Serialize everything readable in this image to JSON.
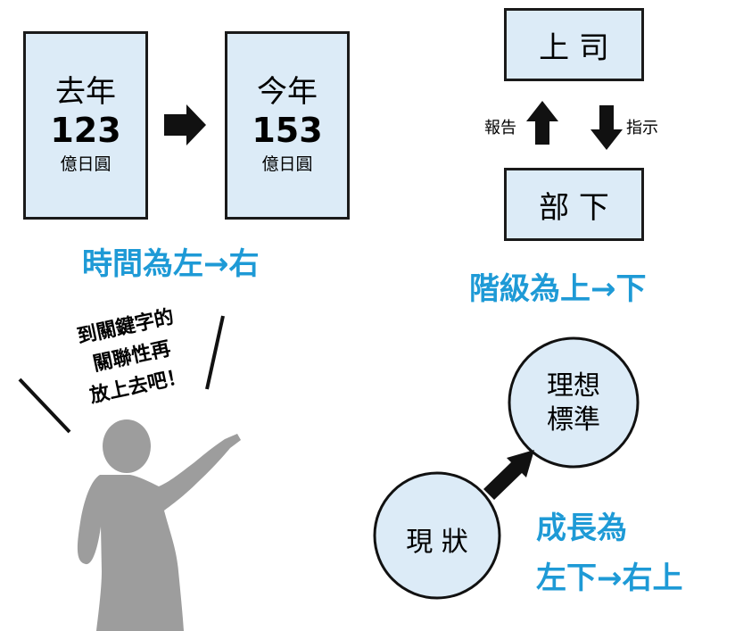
{
  "time_panel": {
    "last_year": {
      "label": "去年",
      "value": "123",
      "unit": "億日圓"
    },
    "this_year": {
      "label": "今年",
      "value": "153",
      "unit": "億日圓"
    },
    "caption": "時間為左→右"
  },
  "hierarchy_panel": {
    "boss": "上 司",
    "subordinate": "部 下",
    "report": "報告",
    "instruct": "指示",
    "caption": "階級為上→下"
  },
  "speech": {
    "line1": "到關鍵字的",
    "line2": "關聯性再",
    "line3": "放上去吧！"
  },
  "growth_panel": {
    "current": "現 狀",
    "ideal_line1": "理想",
    "ideal_line2": "標準",
    "caption_line1": "成長為",
    "caption_line2": "左下→右上"
  },
  "colors": {
    "box_fill": "#dcebf7",
    "caption_blue": "#1e9ad6",
    "figure_gray": "#9d9d9d"
  }
}
